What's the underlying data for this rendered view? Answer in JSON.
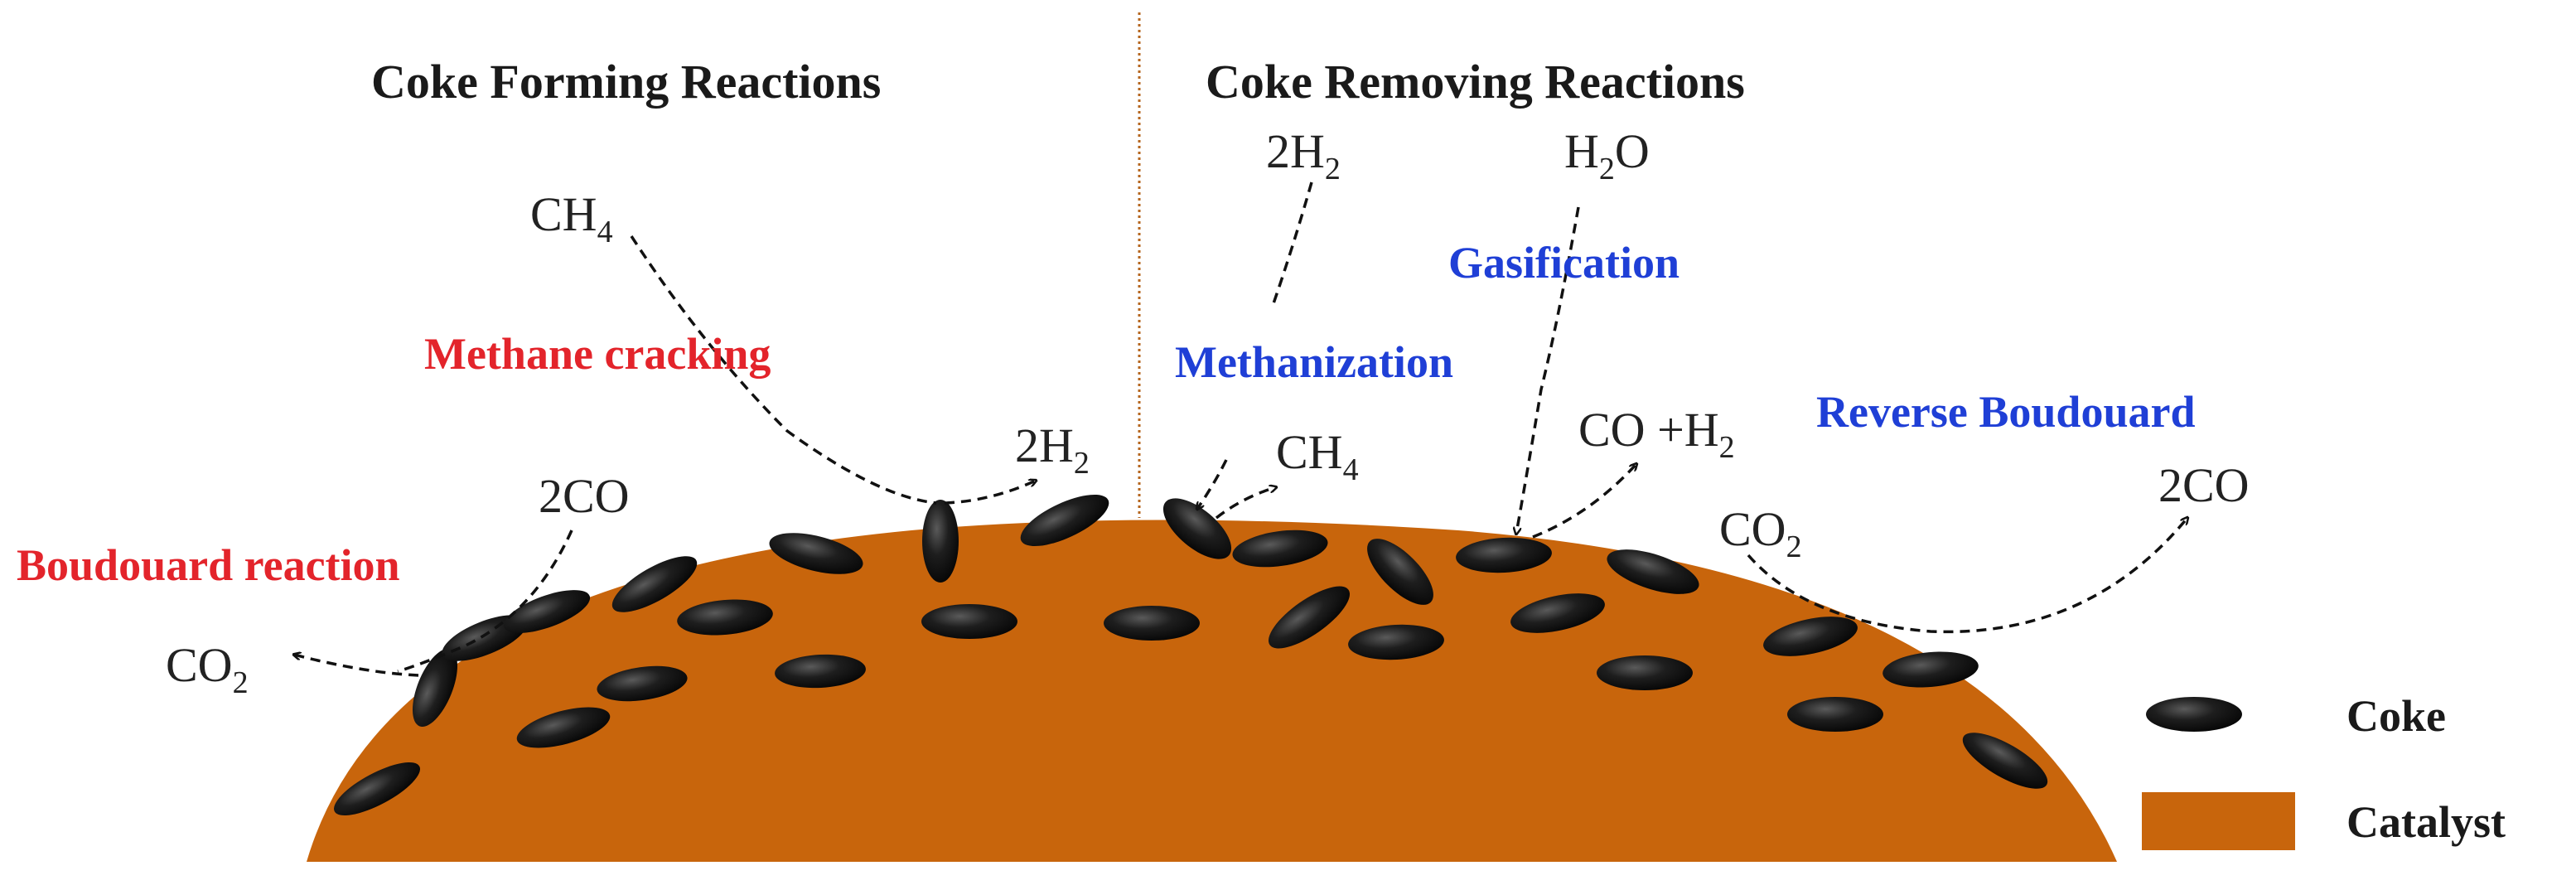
{
  "headings": {
    "left": "Coke Forming Reactions",
    "right": "Coke Removing Reactions"
  },
  "reactions": {
    "methane_cracking": "Methane cracking",
    "boudouard": "Boudouard reaction",
    "methanization": "Methanization",
    "gasification": "Gasification",
    "reverse_boudouard": "Reverse Boudouard"
  },
  "species": {
    "ch4_top": {
      "main": "CH",
      "sub": "4"
    },
    "h2_cracking": {
      "coef": "2H",
      "sub": "2"
    },
    "co_2_left": "2CO",
    "co2_left": {
      "main": "CO",
      "sub": "2"
    },
    "h2_top": {
      "coef": "2H",
      "sub": "2"
    },
    "ch4_surface": {
      "main": "CH",
      "sub": "4"
    },
    "h2o_top": {
      "main": "H",
      "sub": "2",
      "tail": "O"
    },
    "co_h2": {
      "main": "CO +H",
      "sub": "2"
    },
    "co2_right": {
      "main": "CO",
      "sub": "2"
    },
    "co_2_right": "2CO"
  },
  "legend": {
    "coke": "Coke",
    "catalyst": "Catalyst"
  },
  "colors": {
    "catalyst": "#c8650c",
    "coke": "#141414",
    "forming_label": "#e3242b",
    "removing_label": "#1f3fd6",
    "divider": "#b5651d"
  }
}
